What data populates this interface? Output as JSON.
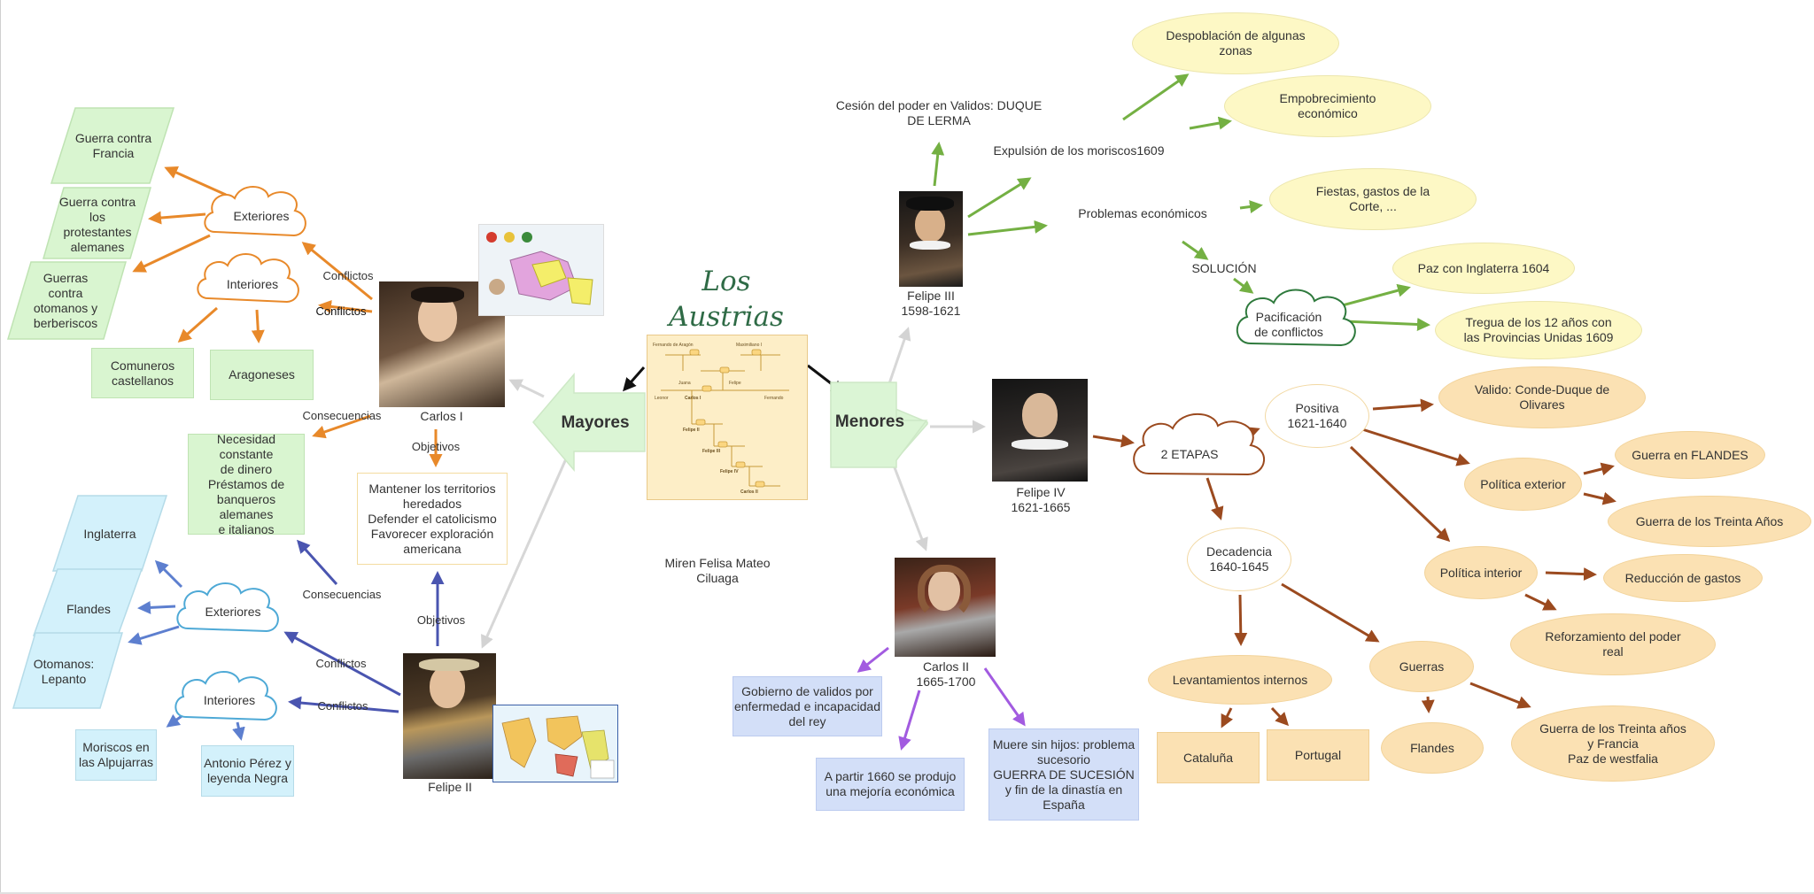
{
  "title": {
    "line1": "Los",
    "line2": "Austrias"
  },
  "author": {
    "line1": "Miren Felisa Mateo",
    "line2": "Ciluaga"
  },
  "mayores": {
    "label": "Mayores"
  },
  "menores": {
    "label": "Menores"
  },
  "carlos1": {
    "name": "Carlos I",
    "conflictos_label_1": "Conflictos",
    "conflictos_label_2": "Conflictos",
    "consecuencias_label": "Consecuencias",
    "objetivos_label": "Objetivos",
    "exteriores": "Exteriores",
    "interiores": "Interiores",
    "ext_items": [
      {
        "l1": "Guerra contra",
        "l2": "Francia",
        "l3": "",
        "l4": ""
      },
      {
        "l1": "Guerra contra",
        "l2": "los",
        "l3": "protestantes",
        "l4": "alemanes"
      },
      {
        "l1": "Guerras",
        "l2": "contra",
        "l3": "otomanos y",
        "l4": "berberiscos"
      }
    ],
    "int_items": [
      {
        "l1": "Comuneros",
        "l2": "castellanos"
      },
      {
        "l1": "Aragoneses",
        "l2": ""
      }
    ],
    "consecuencias": {
      "l1": "Necesidad constante",
      "l2": "de dinero",
      "l3": "Préstamos de",
      "l4": "banqueros alemanes",
      "l5": "e italianos"
    },
    "objetivos": {
      "l1": "Mantener los territorios",
      "l2": "heredados",
      "l3": "Defender el catolicismo",
      "l4": "Favorecer exploración",
      "l5": "americana"
    }
  },
  "felipe2": {
    "name": "Felipe II",
    "consecuencias_label": "Consecuencias",
    "objetivos_label": "Objetivos",
    "conflictos_label_1": "Conflictos",
    "conflictos_label_2": "Conflictos",
    "exteriores": "Exteriores",
    "interiores": "Interiores",
    "ext_items": [
      {
        "l1": "Inglaterra",
        "l2": ""
      },
      {
        "l1": "Flandes",
        "l2": ""
      },
      {
        "l1": "Otomanos:",
        "l2": "Lepanto"
      }
    ],
    "int_items": [
      {
        "l1": "Moriscos en",
        "l2": "las Alpujarras"
      },
      {
        "l1": "Antonio Pérez y",
        "l2": "leyenda Negra"
      }
    ]
  },
  "felipe3": {
    "name": "Felipe III",
    "years": "1598-1621",
    "valido": {
      "l1": "Cesión del poder en Validos: DUQUE",
      "l2": "DE LERMA"
    },
    "expulsion": "Expulsión de los moriscos1609",
    "despoblacion": {
      "l1": "Despoblación de algunas",
      "l2": "zonas"
    },
    "empobrecimiento": {
      "l1": "Empobrecimiento",
      "l2": "económico"
    },
    "problemas": "Problemas económicos",
    "fiestas": {
      "l1": "Fiestas, gastos de la",
      "l2": "Corte, ..."
    },
    "solucion": "SOLUCIÓN",
    "pacificacion": {
      "l1": "Pacificación",
      "l2": "de conflictos"
    },
    "paz": "Paz con Inglaterra 1604",
    "tregua": {
      "l1": "Tregua de los 12 años con",
      "l2": "las Provincias Unidas 1609"
    }
  },
  "felipe4": {
    "name": "Felipe IV",
    "years": "1621-1665",
    "etapas": "2 ETAPAS",
    "positiva": {
      "l1": "Positiva",
      "l2": "1621-1640"
    },
    "valido": {
      "l1": "Valido: Conde-Duque de",
      "l2": "Olivares"
    },
    "pol_ext": "Política exterior",
    "guerra_flandes": "Guerra en FLANDES",
    "guerra_30": "Guerra de los Treinta Años",
    "pol_int": "Política interior",
    "reduccion": "Reducción de gastos",
    "reforzamiento": {
      "l1": "Reforzamiento del poder",
      "l2": "real"
    },
    "decadencia": {
      "l1": "Decadencia",
      "l2": "1640-1645"
    },
    "levantamientos": "Levantamientos internos",
    "cataluna": "Cataluña",
    "portugal": "Portugal",
    "guerras": "Guerras",
    "flandes": "Flandes",
    "guerra_30_francia": {
      "l1": "Guerra de los Treinta años",
      "l2": "y Francia",
      "l3": "Paz de westfalia"
    }
  },
  "carlos2": {
    "name": "Carlos II",
    "years": "1665-1700",
    "gobierno": {
      "l1": "Gobierno de validos por",
      "l2": "enfermedad e incapacidad",
      "l3": "del rey"
    },
    "mejoria": {
      "l1": "A partir 1660 se produjo",
      "l2": "una mejoría económica"
    },
    "muere": {
      "l1": "Muere sin hijos: problema",
      "l2": "sucesorio",
      "l3": "GUERRA DE SUCESIÓN",
      "l4": "y fin de la dinastía en",
      "l5": "España"
    }
  },
  "colors": {
    "orange": "#e8892a",
    "blue": "#4a55b0",
    "green": "#74b043",
    "brown": "#9b4a1f",
    "purple": "#a25be0",
    "grey": "#d7d7d7"
  }
}
